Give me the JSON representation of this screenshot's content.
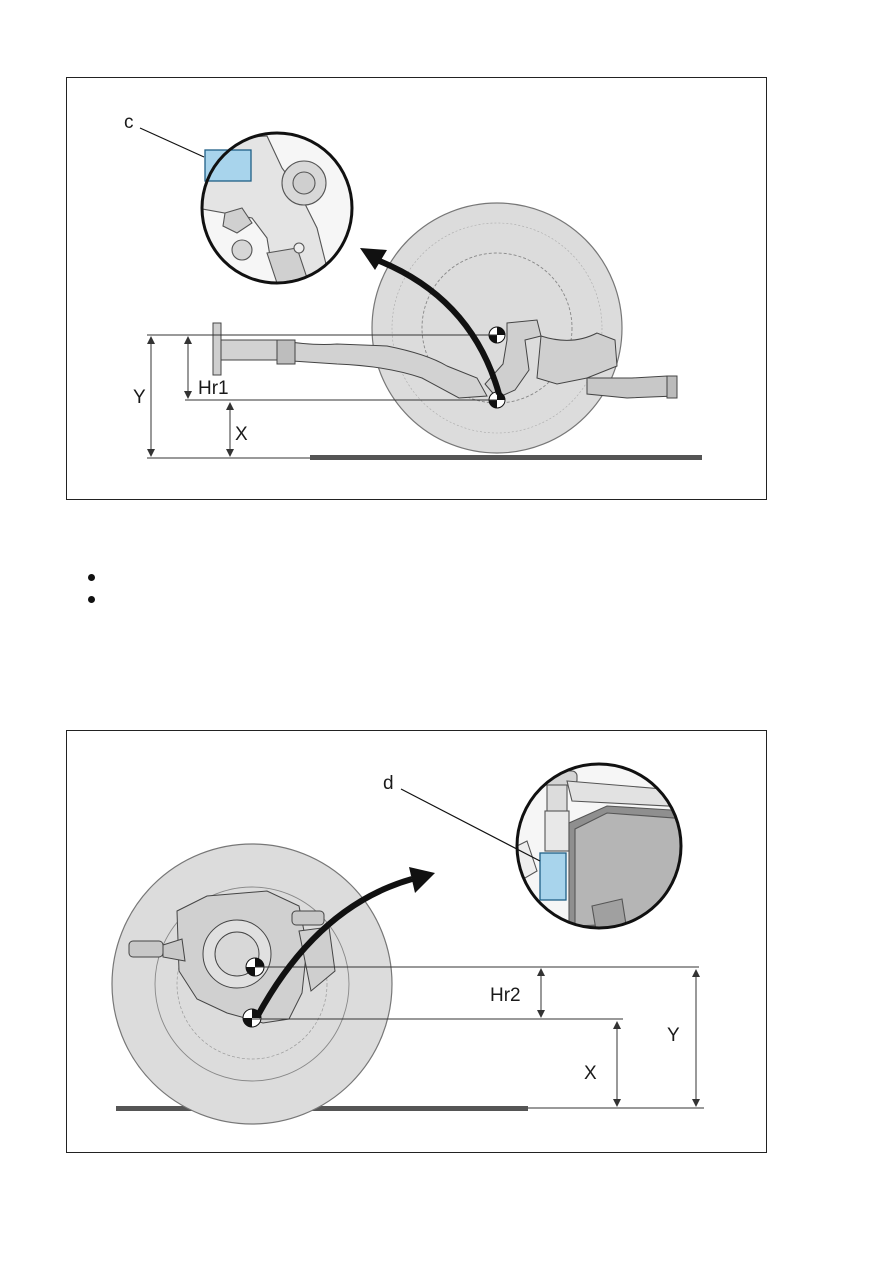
{
  "figure1": {
    "labels": {
      "detail": "c",
      "y": "Y",
      "hr": "Hr1",
      "x": "X"
    }
  },
  "bullets": [
    {
      "text": ""
    },
    {
      "text": ""
    }
  ],
  "figure2": {
    "labels": {
      "detail": "d",
      "hr": "Hr2",
      "y": "Y",
      "x": "X"
    }
  },
  "colors": {
    "wheel_fill": "#dcdcdc",
    "highlight_fill": "#a8d4ec",
    "highlight_stroke": "#1f5f86",
    "ground": "#555555",
    "arrow": "#111111"
  }
}
